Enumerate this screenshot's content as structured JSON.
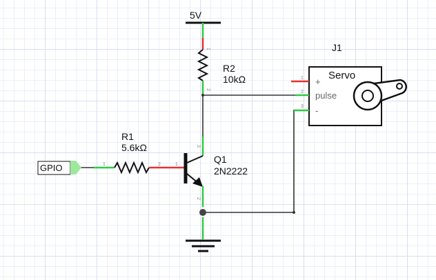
{
  "power": {
    "label": "5V"
  },
  "connector": {
    "label": "J1",
    "title": "Servo",
    "pin_plus": "+",
    "pin_pulse": "pulse",
    "pin_minus": "-"
  },
  "r2": {
    "name": "R2",
    "value": "10kΩ"
  },
  "r1": {
    "name": "R1",
    "value": "5.6kΩ"
  },
  "q1": {
    "name": "Q1",
    "part": "2N2222"
  },
  "gpio": {
    "label": "GPIO"
  },
  "pins": {
    "r2_1": "1",
    "r2_2": "2",
    "j1_1": "1",
    "j1_2": "2",
    "j1_3": "3",
    "r1_1": "1",
    "r1_2": "2",
    "q1_1": "1",
    "q1_2": "2",
    "q1_3": "3"
  },
  "colors": {
    "wire": "#333333",
    "pin_connected": "#2ecc40",
    "pin_open": "#e53030",
    "gpio_port": "#9ee89e"
  }
}
